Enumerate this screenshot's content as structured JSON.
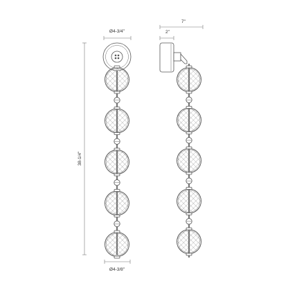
{
  "dimensions": {
    "canopy_width": "Ø4-3/4\"",
    "overall_depth": "7\"",
    "backplate_depth": "2\"",
    "overall_height": "38-1/4\"",
    "shade_width": "Ø4-3/8\""
  },
  "shade_count": 5
}
